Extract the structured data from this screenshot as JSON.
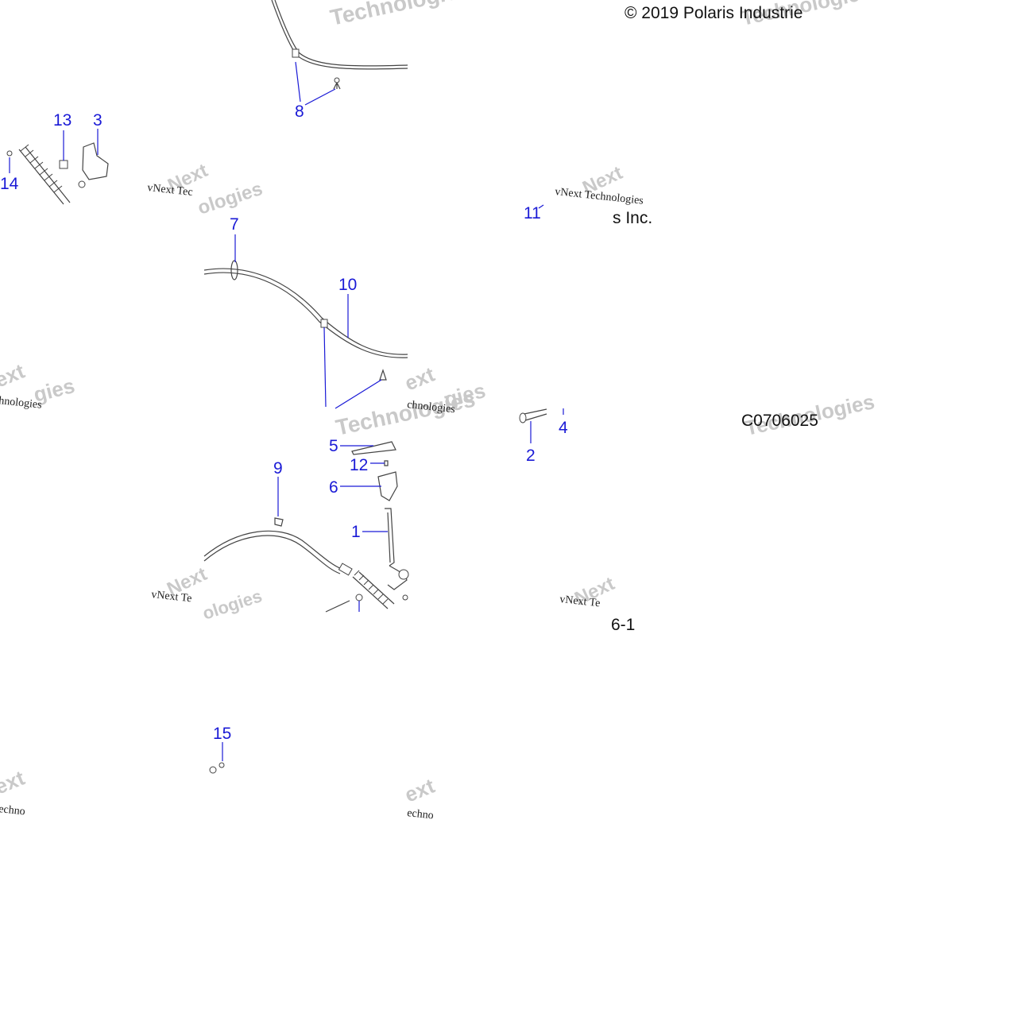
{
  "copyright": "© 2019 Polaris Industrie",
  "fragment_inc": "s Inc.",
  "drawing_code": "C0706025",
  "fragment_rev": "6-1",
  "watermark": {
    "brand": "vNext Technologies",
    "tech": "Technologies",
    "next": "Next",
    "ext": "ext",
    "short1": "vNext Tec",
    "short2": "vNext Te",
    "chnologies": "chnologies",
    "hnologies": "hnologies",
    "ologies": "ologies",
    "echno": "echno",
    "gies": "gies"
  },
  "callouts": [
    "1",
    "2",
    "3",
    "4",
    "5",
    "6",
    "7",
    "8",
    "9",
    "10",
    "11",
    "12",
    "13",
    "14",
    "15"
  ],
  "colors": {
    "callout": "#1a1ad6",
    "line": "#444444"
  }
}
